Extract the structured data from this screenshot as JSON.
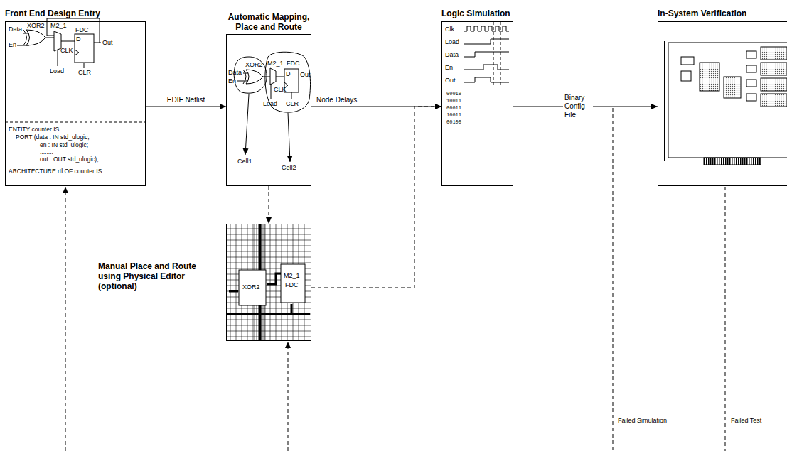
{
  "diagram": {
    "nodes": [
      {
        "text": [
          "Front End Design Entry"
        ]
      },
      {
        "text": [
          "Automatic Mapping, Place and Route"
        ]
      },
      {
        "text": [
          "Logic Simulation"
        ]
      },
      {
        "text": [
          "In-System Verification"
        ]
      },
      {
        "text": [
          "Manual Place and Route using Physical Editor (optional)"
        ]
      }
    ],
    "edges": [
      {
        "from": 0,
        "to": 1,
        "label": "EDIF Netlist",
        "arrow": "to"
      },
      {
        "from": 1,
        "to": 2,
        "label": "Node Delays",
        "arrow": "to"
      },
      {
        "from": 2,
        "to": 3,
        "label": "Binary Config File",
        "arrow": "to"
      },
      {
        "from": 1,
        "to": 4,
        "arrow": "to"
      },
      {
        "from": 4,
        "to": 2,
        "arrow": "to"
      }
    ],
    "labels": [
      "Data",
      "XOR2",
      "En",
      "M2_1",
      "FDC",
      "D",
      "Out",
      "CLK",
      "Load",
      "CLR",
      "ENTITY counter IS",
      "PORT (data : IN std_ulogic;",
      "en : IN std_ulogic;",
      "........",
      "out : OUT std_ulogic);......",
      "ARCHITECTURE rtl OF counter IS......",
      "Data",
      "XOR2",
      "En",
      "M2_1",
      "FDC",
      "D",
      "Out",
      "CLK",
      "Load",
      "CLR",
      "Cell1",
      "Cell2",
      "Clk",
      "Load",
      "Data",
      "En",
      "Out",
      "00010",
      "10011",
      "00011",
      "10011",
      "00100",
      "XOR2",
      "M2_1",
      "FDC",
      "Failed Simulation",
      "Failed Test"
    ]
  }
}
